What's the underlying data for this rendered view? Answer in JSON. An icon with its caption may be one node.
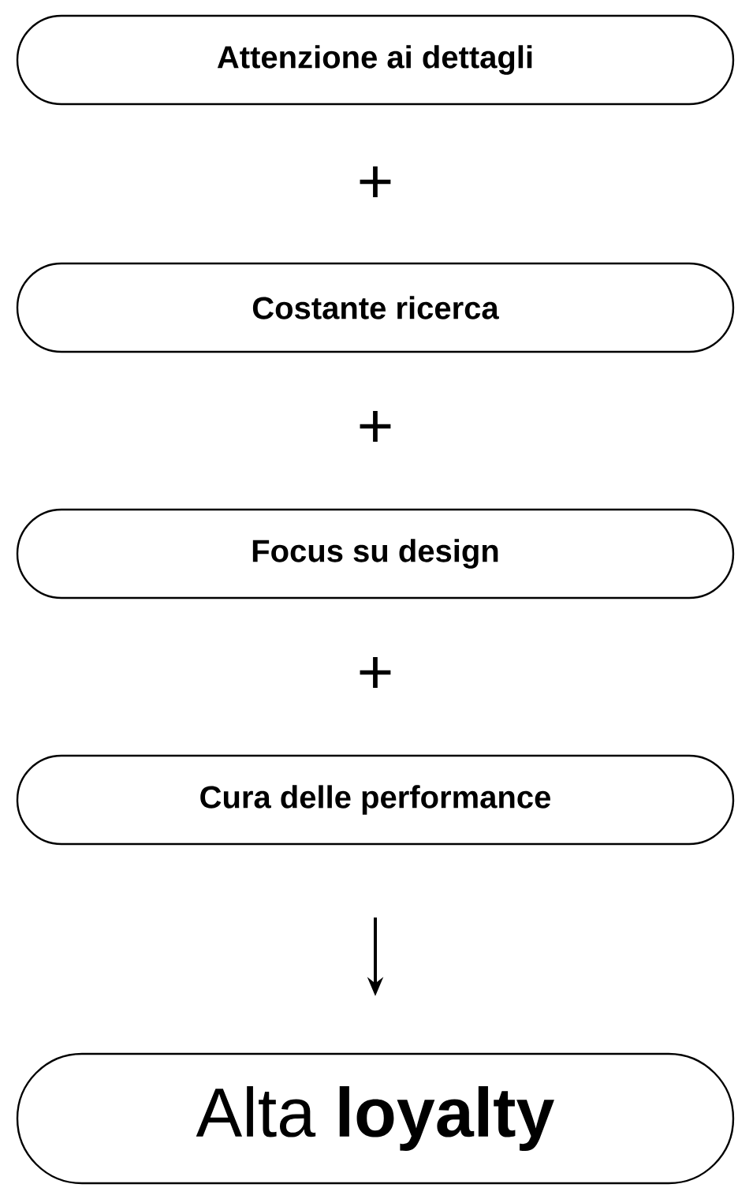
{
  "diagram": {
    "nodes": [
      {
        "text": [
          "Attenzione ai dettagli"
        ]
      },
      {
        "text": [
          "Costante ricerca"
        ]
      },
      {
        "text": [
          "Focus su design"
        ]
      },
      {
        "text": [
          "Cura delle performance"
        ]
      },
      {
        "text": [
          "Alta **loyalty**"
        ]
      }
    ],
    "edges": [
      {
        "from": 3,
        "to": 4,
        "arrow": "to"
      }
    ],
    "labels": [
      "+",
      "+",
      "+"
    ]
  }
}
